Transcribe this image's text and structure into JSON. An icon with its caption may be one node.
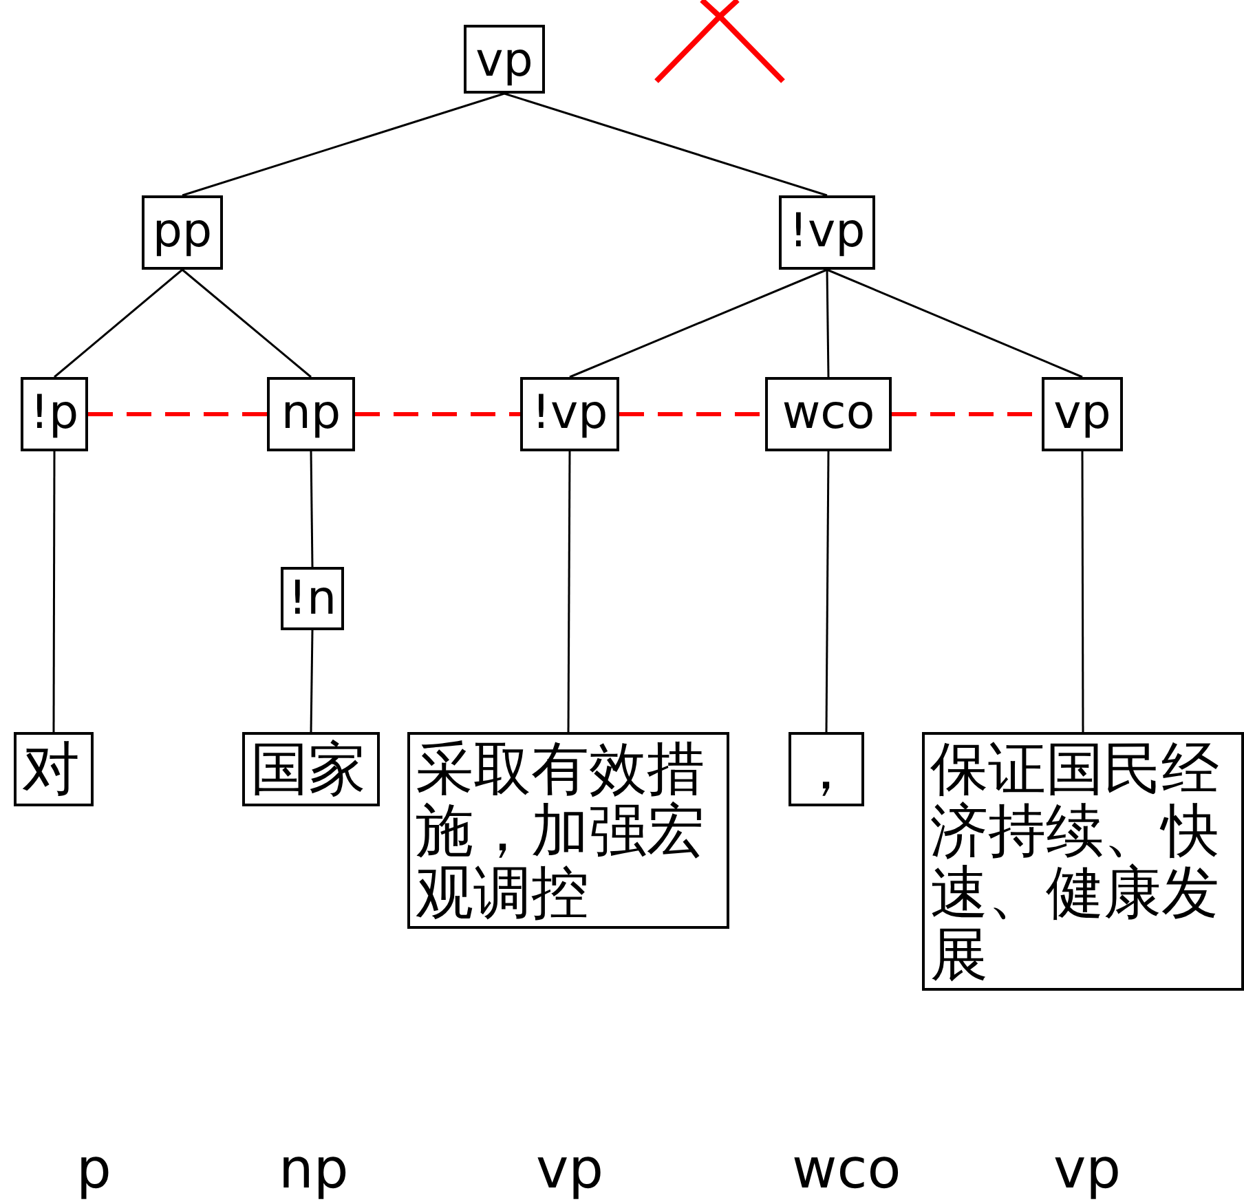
{
  "diagram": {
    "nodes": [
      {
        "text": [
          "vp"
        ]
      },
      {
        "text": [
          "pp"
        ]
      },
      {
        "text": [
          "!vp"
        ]
      },
      {
        "text": [
          "!p"
        ]
      },
      {
        "text": [
          "np"
        ]
      },
      {
        "text": [
          "!vp"
        ]
      },
      {
        "text": [
          "wco"
        ]
      },
      {
        "text": [
          "vp"
        ]
      },
      {
        "text": [
          "!n"
        ]
      },
      {
        "text": [
          "对"
        ]
      },
      {
        "text": [
          "国家"
        ]
      },
      {
        "text": [
          "采取有效措施，加强宏观调控"
        ]
      },
      {
        "text": [
          "，"
        ]
      },
      {
        "text": [
          "保证国民经济持续、快速、健康发展"
        ]
      }
    ],
    "edges": [
      {
        "from": 0,
        "to": 1,
        "arrow": "none"
      },
      {
        "from": 0,
        "to": 2,
        "arrow": "none"
      },
      {
        "from": 1,
        "to": 3,
        "arrow": "none"
      },
      {
        "from": 1,
        "to": 4,
        "arrow": "none"
      },
      {
        "from": 2,
        "to": 5,
        "arrow": "none"
      },
      {
        "from": 2,
        "to": 6,
        "arrow": "none"
      },
      {
        "from": 2,
        "to": 7,
        "arrow": "none"
      },
      {
        "from": 3,
        "to": 9,
        "arrow": "none"
      },
      {
        "from": 4,
        "to": 8,
        "arrow": "none"
      },
      {
        "from": 8,
        "to": 10,
        "arrow": "none"
      },
      {
        "from": 5,
        "to": 11,
        "arrow": "none"
      },
      {
        "from": 6,
        "to": 12,
        "arrow": "none"
      },
      {
        "from": 7,
        "to": 13,
        "arrow": "none"
      },
      {
        "from": 3,
        "to": 4,
        "arrow": "none",
        "style": "dashed",
        "color": "#ff0000"
      },
      {
        "from": 4,
        "to": 5,
        "arrow": "none",
        "style": "dashed",
        "color": "#ff0000"
      },
      {
        "from": 5,
        "to": 6,
        "arrow": "none",
        "style": "dashed",
        "color": "#ff0000"
      },
      {
        "from": 6,
        "to": 7,
        "arrow": "none",
        "style": "dashed",
        "color": "#ff0000"
      }
    ],
    "labels": [
      "p",
      "np",
      "vp",
      "wco",
      "vp"
    ]
  }
}
